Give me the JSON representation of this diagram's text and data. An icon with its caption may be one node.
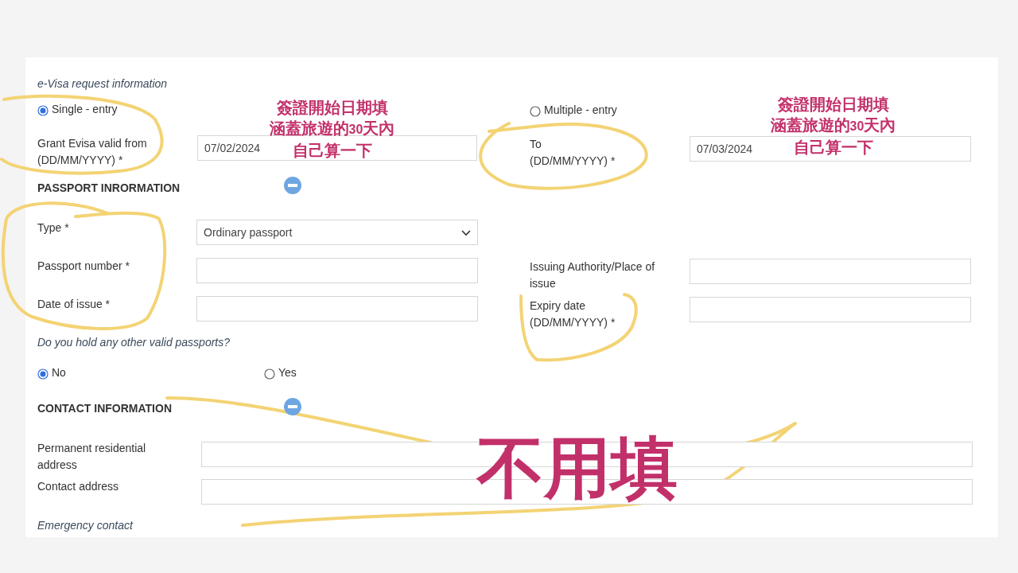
{
  "diagram": {
    "nodes": [
      {
        "text": [
          "07/02/2024"
        ]
      },
      {
        "text": [
          "07/03/2024"
        ]
      },
      {
        "text": [
          "Ordinary passport"
        ]
      },
      {
        "text": [],
        "shape": "box"
      },
      {
        "text": [],
        "shape": "box"
      },
      {
        "text": [],
        "shape": "box"
      },
      {
        "text": [],
        "shape": "box"
      },
      {
        "text": [],
        "shape": "box"
      },
      {
        "text": [],
        "shape": "box"
      }
    ],
    "labels": [
      "e-Visa request information",
      "Single - entry",
      "簽證開始日期填涵蓋旅遊的**30**天內自己算一下",
      "Multiple - entry",
      "簽證開始日期填涵蓋旅遊的**30**天內自己算一下",
      "Grant Evisa valid from (DD/MM/YYYY) *",
      "To (DD/MM/YYYY) *",
      "PASSPORT INRORMATION",
      "Type *",
      "Passport number *",
      "Issuing Authority/Place of issue",
      "Date of issue *",
      "Expiry date (DD/MM/YYYY) *",
      "Do you hold any other valid passports?",
      "No",
      "Yes",
      "CONTACT INFORMATION",
      "Permanent residential address",
      "Contact address",
      "不用填",
      "Emergency contact"
    ]
  }
}
